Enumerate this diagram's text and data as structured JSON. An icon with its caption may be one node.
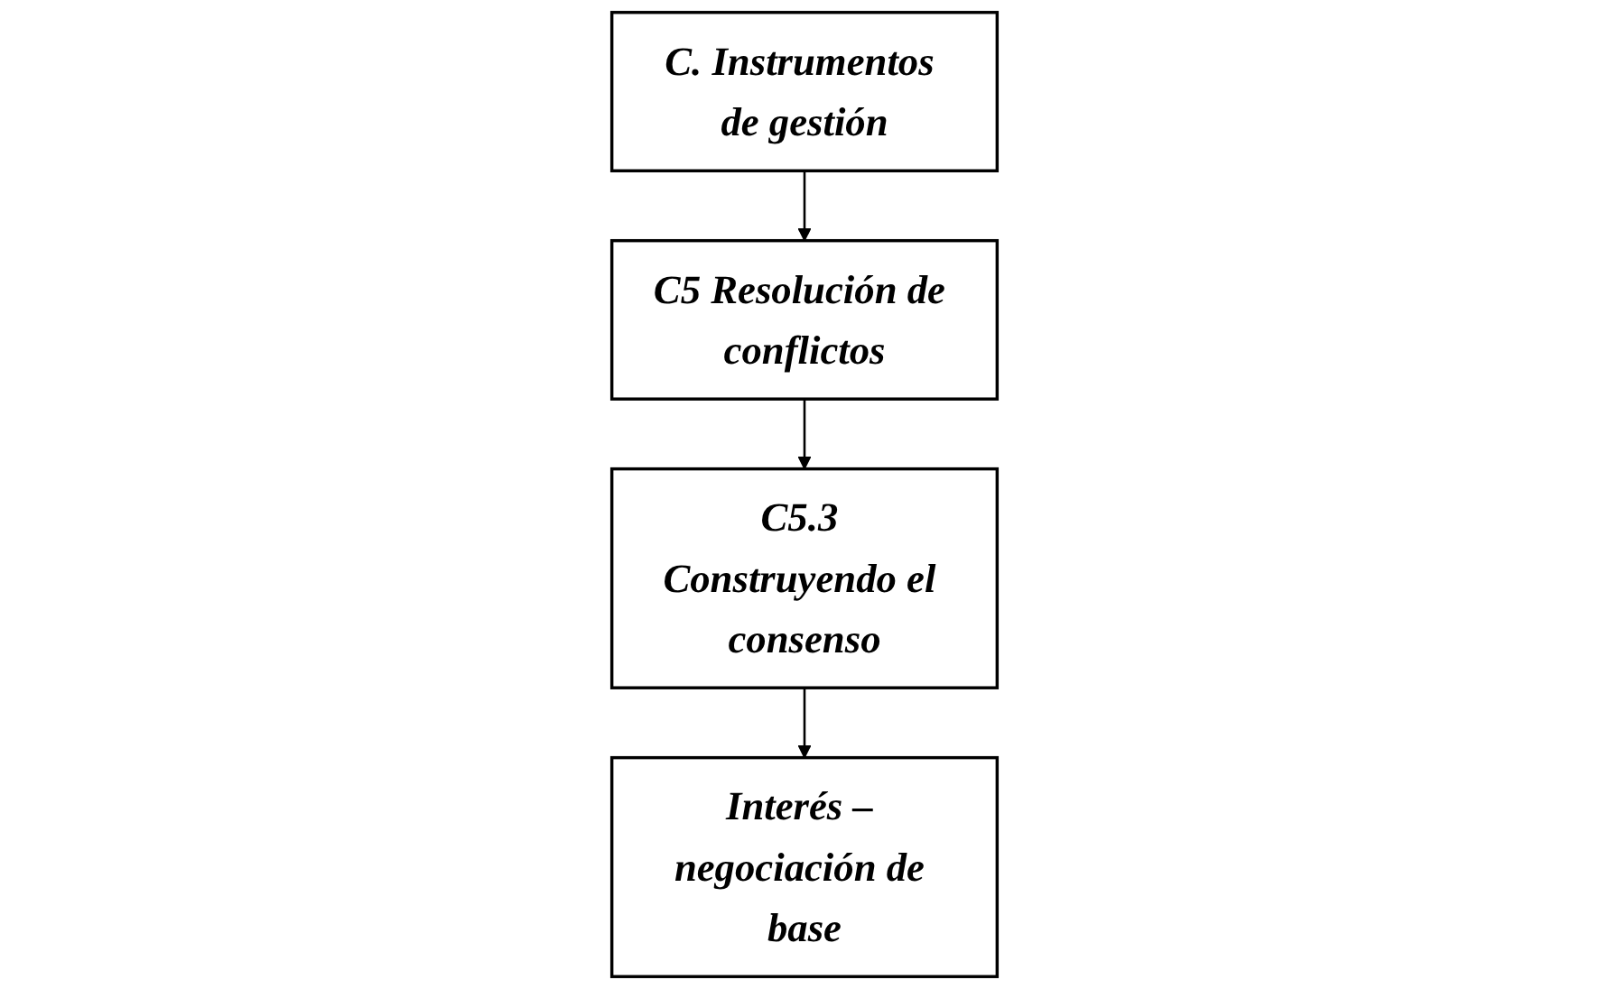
{
  "diagram": {
    "nodes": [
      {
        "text": [
          "C. Instrumentos de gestión"
        ]
      },
      {
        "text": [
          "C5 Resolución de conflictos"
        ]
      },
      {
        "text": [
          "C5.3 Construyendo el consenso"
        ]
      },
      {
        "text": [
          "Interés – negociación de base"
        ]
      }
    ],
    "edges": [
      {
        "from": 0,
        "to": 1,
        "arrow": "to"
      },
      {
        "from": 1,
        "to": 2,
        "arrow": "to"
      },
      {
        "from": 2,
        "to": 3,
        "arrow": "to"
      }
    ]
  }
}
